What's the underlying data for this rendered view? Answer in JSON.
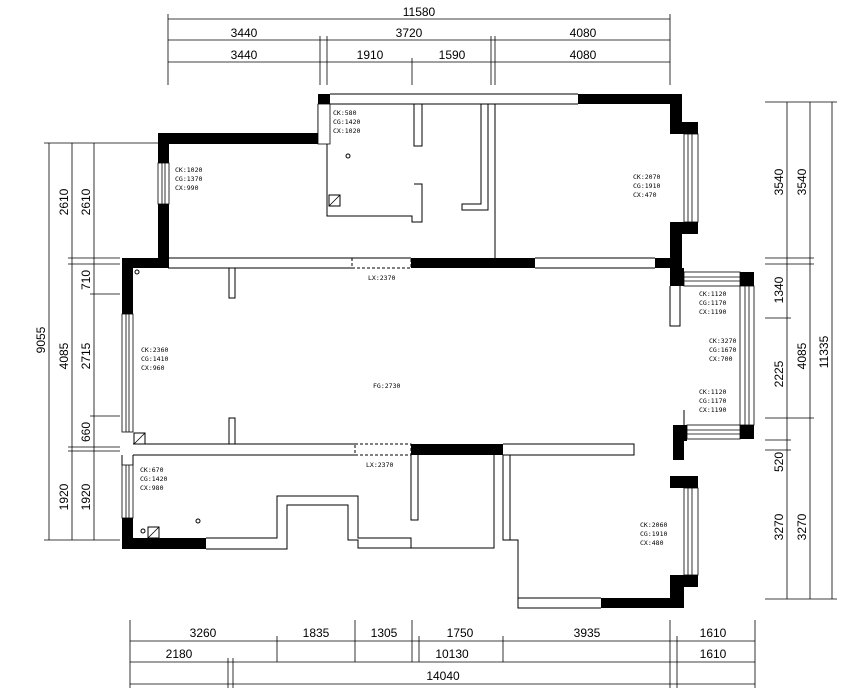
{
  "dimensions": {
    "top_total": "11580",
    "top_row1": [
      "3440",
      "3720",
      "4080"
    ],
    "top_row2": [
      "3440",
      "1910",
      "1590",
      "4080"
    ],
    "left_total": "9055",
    "left_row1": [
      "2610",
      "4085",
      "1920"
    ],
    "left_row2": [
      "2610",
      "710",
      "2715",
      "660",
      "1920"
    ],
    "right_row1": [
      "3540",
      "1340",
      "2225",
      "520",
      "3270"
    ],
    "right_row2": [
      "3540",
      "4085",
      "3270"
    ],
    "right_total": "11335",
    "bottom_row1": [
      "3260",
      "1835",
      "1305",
      "1750",
      "3935",
      "1610"
    ],
    "bottom_row2": [
      "2180",
      "10130",
      "1610"
    ],
    "bottom_total": "14040"
  },
  "annotations": {
    "win_top_small": [
      "CK:580",
      "CG:1420",
      "CX:1020"
    ],
    "win_left_top": [
      "CK:1020",
      "CG:1370",
      "CX:990"
    ],
    "win_right_top": [
      "CK:2070",
      "CG:1910",
      "CX:470"
    ],
    "win_left_mid": [
      "CK:2360",
      "CG:1410",
      "CX:960"
    ],
    "bay_upper": [
      "CK:1120",
      "CG:1170",
      "CX:1190"
    ],
    "bay_middle": [
      "CK:3270",
      "CG:1670",
      "CX:700"
    ],
    "bay_lower": [
      "CK:1120",
      "CG:1170",
      "CX:1190"
    ],
    "win_left_bottom": [
      "CK:670",
      "CG:1420",
      "CX:980"
    ],
    "win_right_bottom": [
      "CK:2060",
      "CG:1910",
      "CX:480"
    ],
    "beam_upper": "LX:2370",
    "beam_lower": "LX:2370",
    "ceiling_height": "FG:2730"
  }
}
